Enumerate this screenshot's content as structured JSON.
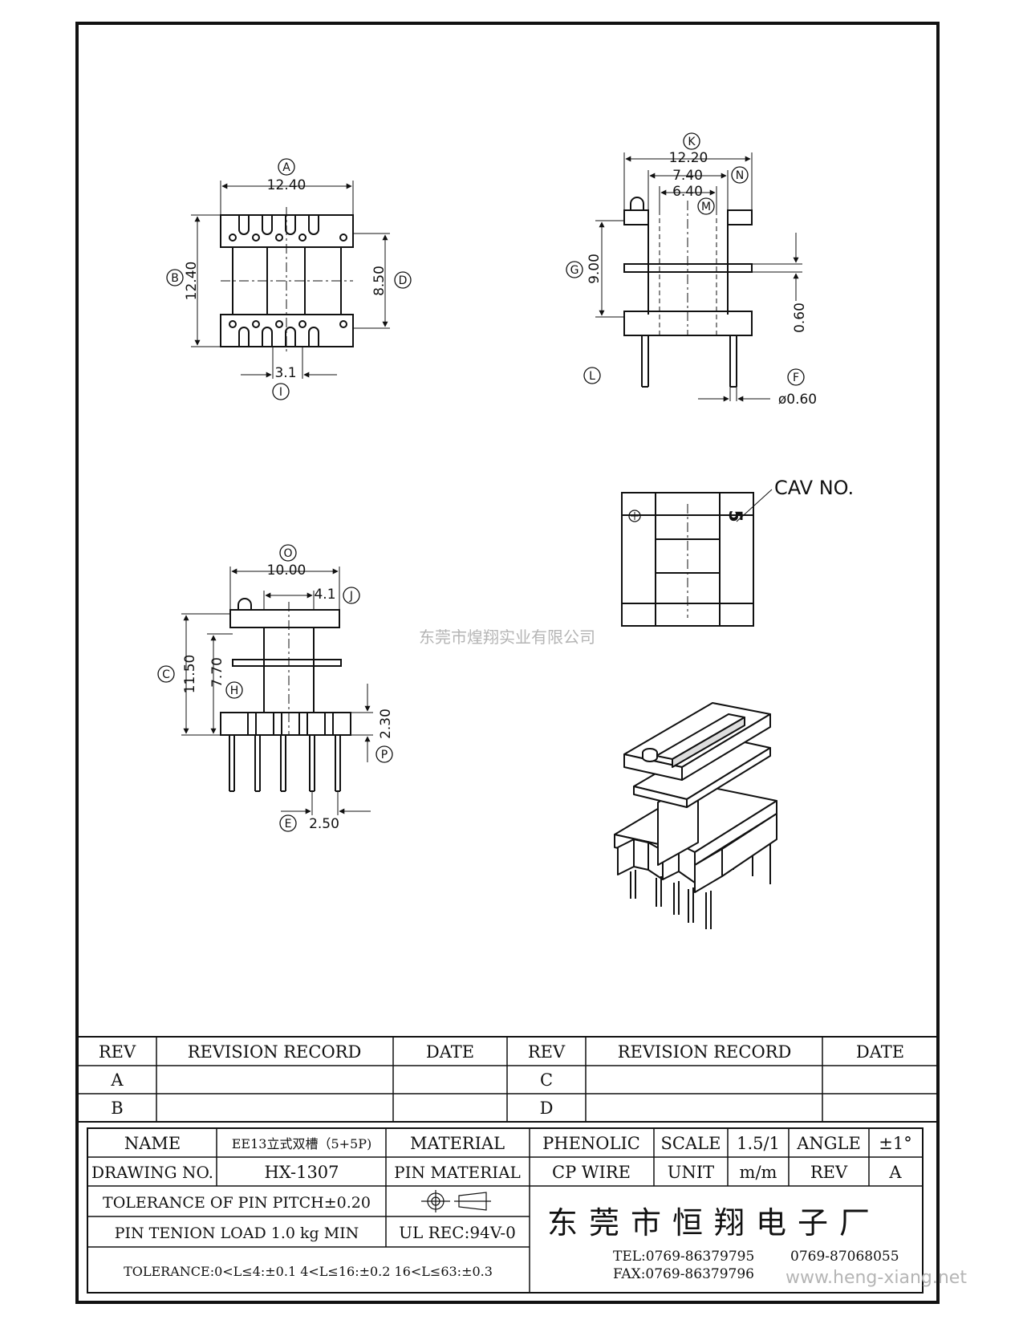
{
  "drawing": {
    "top_view": {
      "width_marker": "A",
      "width": "12.40",
      "height_marker": "B",
      "height": "12.40",
      "inner_marker": "D",
      "inner": "8.50",
      "pitch_marker": "I",
      "pitch": "3.1"
    },
    "side_view": {
      "width_marker": "K",
      "width": "12.20",
      "mid_marker": "N",
      "mid": "7.40",
      "inner_marker": "M",
      "inner": "6.40",
      "height_marker": "G",
      "height": "9.00",
      "flange_marker": "",
      "flange": "0.60",
      "pin_marker": "L",
      "pin_dia_marker": "F",
      "pin_dia": "ø0.60"
    },
    "front_view": {
      "width_marker": "O",
      "width": "10.00",
      "inner_marker": "J",
      "inner": "4.1",
      "total_marker": "C",
      "total": "11.50",
      "mid_marker": "H",
      "mid": "7.70",
      "base_marker": "P",
      "base": "2.30",
      "pitch_marker": "E",
      "pitch": "2.50"
    },
    "cav_label": "CAV NO.",
    "cav_number": "5",
    "watermark_company": "东莞市煌翔实业有限公司",
    "watermark_url": "www.heng-xiang.net"
  },
  "revision_table": {
    "headers": [
      "REV",
      "REVISION RECORD",
      "DATE",
      "REV",
      "REVISION RECORD",
      "DATE"
    ],
    "rows": [
      [
        "A",
        "",
        "",
        "C",
        "",
        ""
      ],
      [
        "B",
        "",
        "",
        "D",
        "",
        ""
      ]
    ]
  },
  "title_block": {
    "name_label": "NAME",
    "name_value": "EE13立式双槽（5+5P)",
    "material_label": "MATERIAL",
    "material_value": "PHENOLIC",
    "scale_label": "SCALE",
    "scale_value": "1.5/1",
    "angle_label": "ANGLE",
    "angle_value": "±1°",
    "drawing_no_label": "DRAWING NO.",
    "drawing_no_value": "HX-1307",
    "pin_material_label": "PIN MATERIAL",
    "pin_material_value": "CP WIRE",
    "unit_label": "UNIT",
    "unit_value": "m/m",
    "rev_label": "REV",
    "rev_value": "A",
    "tolerance_pitch": "TOLERANCE OF PIN PITCH±0.20",
    "pin_tenion": "PIN TENION LOAD 1.0  kg MIN",
    "ul_rec": "UL REC:94V-0",
    "tolerance_general": "TOLERANCE:0<L≤4:±0.1  4<L≤16:±0.2  16<L≤63:±0.3",
    "company": "东莞市恒翔电子厂",
    "tel": "TEL:0769-86379795",
    "tel2": "0769-87068055",
    "fax": "FAX:0769-86379796"
  }
}
